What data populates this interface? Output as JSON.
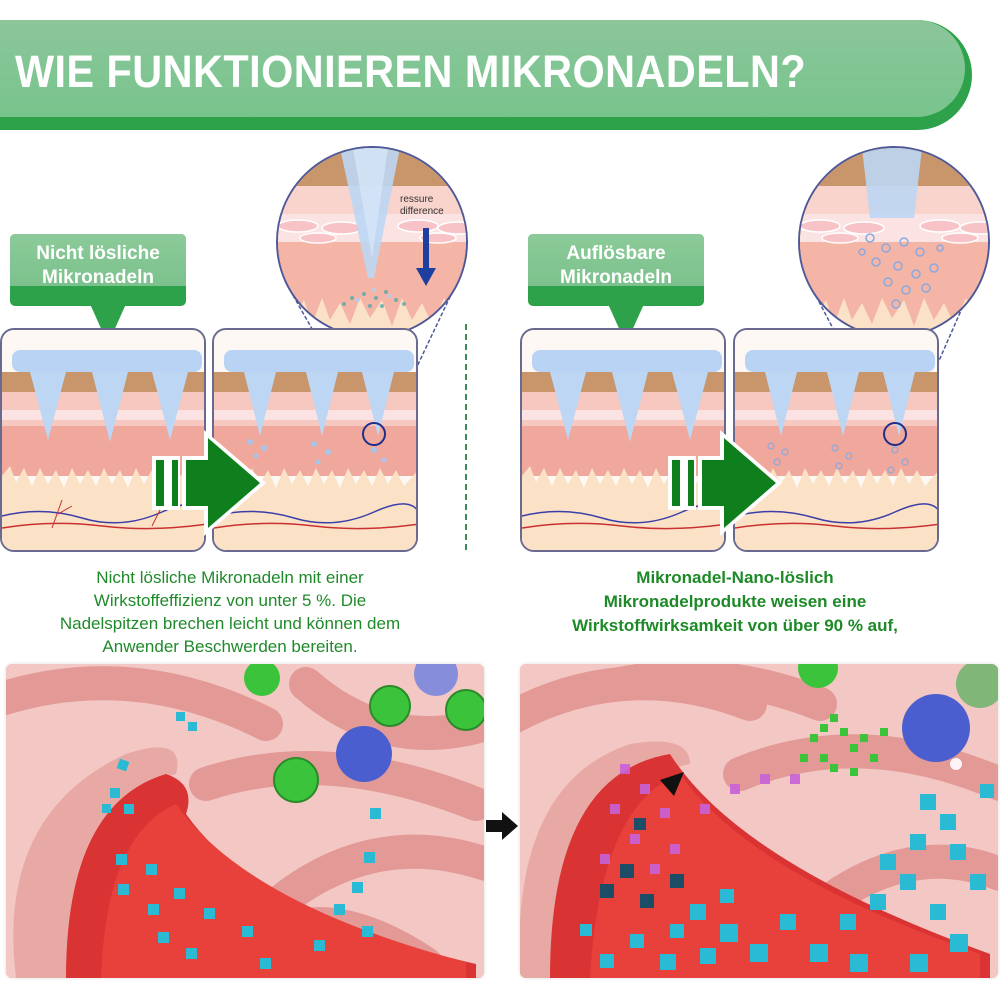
{
  "title": "WIE FUNKTIONIEREN MIKRONADELN?",
  "colors": {
    "banner_green_light": "#80c592",
    "banner_green_dark": "#2ea24a",
    "arrow_green": "#0f7e1c",
    "text_green": "#1f8a2a",
    "skin_pink": "#f2a79c",
    "needle_blue": "#b8d4f5",
    "panel_border": "#6a6a90",
    "particle_cyan": "#2bbad3",
    "particle_green": "#3cc33c",
    "particle_blue": "#4a5ed0",
    "particle_magenta": "#c862d8"
  },
  "left": {
    "callout_label": "Nicht lösliche Mikronadeln",
    "callout_line1": "Nicht lösliche",
    "callout_line2": "Mikronadeln",
    "zoom_label_line1": "ressure",
    "zoom_label_line2": "difference",
    "description": [
      "Nicht lösliche Mikronadeln mit einer",
      "Wirkstoffeffizienz von unter 5 %. Die",
      "Nadelspitzen brechen leicht und können dem",
      "Anwender Beschwerden bereiten."
    ],
    "photo_alt": "Blood vessel illustration with few cyan particles"
  },
  "right": {
    "callout_line1": "Auflösbare",
    "callout_line2": "Mikronadeln",
    "description": [
      "Mikronadel-Nano-löslich",
      "Mikronadelprodukte weisen eine",
      "Wirkstoffwirksamkeit von über 90 % auf,"
    ],
    "photo_alt": "Blood vessel illustration with many dissolved particles"
  },
  "icons": {
    "big_arrow": "arrow-right-icon",
    "down_arrow": "arrow-down-icon",
    "small_arrow": "arrow-right-icon"
  }
}
